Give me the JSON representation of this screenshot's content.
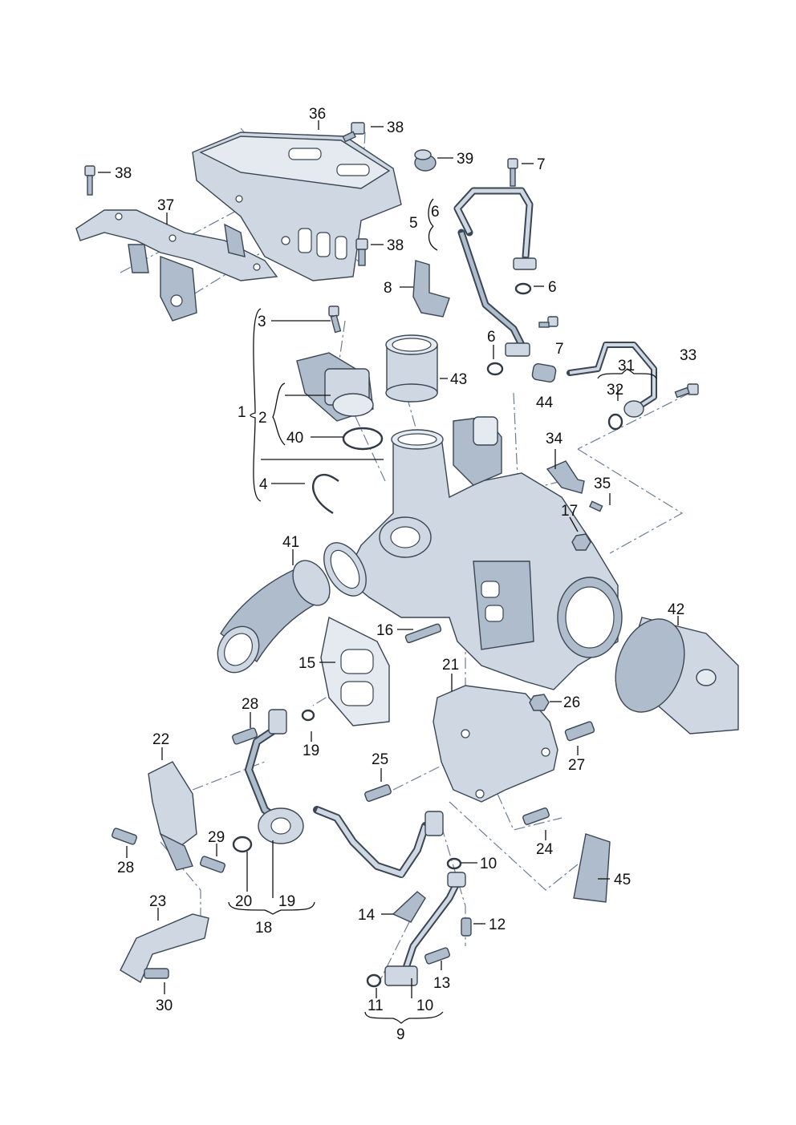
{
  "callouts": [
    "36",
    "38",
    "38",
    "39",
    "7",
    "37",
    "5",
    "6",
    "38",
    "8",
    "6",
    "3",
    "6",
    "7",
    "43",
    "33",
    "31",
    "32",
    "44",
    "1",
    "2",
    "40",
    "34",
    "35",
    "17",
    "4",
    "41",
    "42",
    "16",
    "15",
    "21",
    "26",
    "28",
    "19",
    "22",
    "27",
    "25",
    "24",
    "28",
    "29",
    "20",
    "19",
    "18",
    "10",
    "45",
    "14",
    "12",
    "23",
    "13",
    "11",
    "10",
    "9",
    "30"
  ]
}
